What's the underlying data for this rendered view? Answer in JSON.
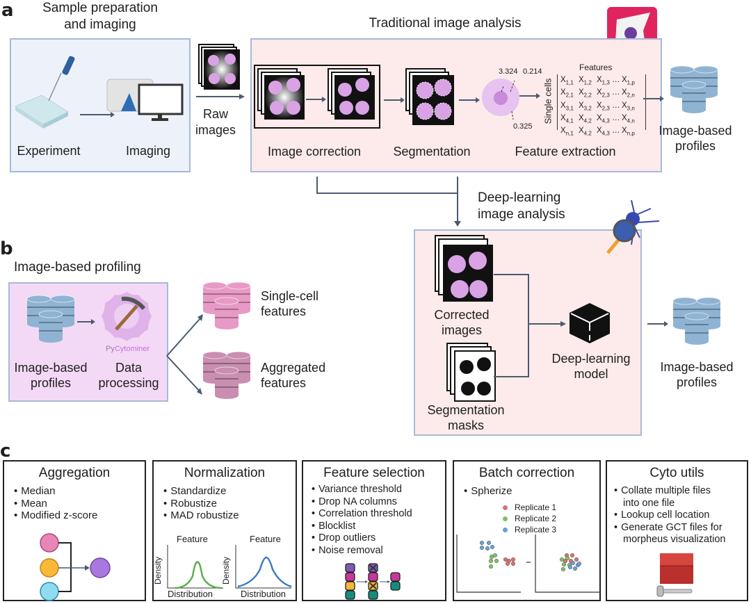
{
  "panel_a": {
    "letter": "a",
    "sample_prep": {
      "title": [
        "Sample preparation",
        "and imaging"
      ],
      "experiment_label": "Experiment",
      "imaging_label": "Imaging"
    },
    "raw_images_label": [
      "Raw",
      "images"
    ],
    "traditional": {
      "title": "Traditional image analysis",
      "image_correction_label": "Image correction",
      "segmentation_label": "Segmentation",
      "feature_extraction_label": "Feature extraction",
      "measurements": [
        "3.324",
        "0.214",
        "0.325"
      ],
      "matrix_header": "Features",
      "matrix_side_label": "Single cells",
      "matrix_rows": [
        [
          "X1,1",
          "X1,2",
          "X1,3",
          "X1,p"
        ],
        [
          "X2,1",
          "X2,2",
          "X2,3",
          "X2,n"
        ],
        [
          "X3,1",
          "X3,2",
          "X2,3",
          "X3,n"
        ],
        [
          "X4,1",
          "X4,2",
          "X4,3",
          "X4,n"
        ],
        [
          "Xn,1",
          "X4,2",
          "X4,3",
          "Xn,p"
        ]
      ],
      "profiles_label": [
        "Image-based",
        "profiles"
      ]
    },
    "deep_learning": {
      "title": [
        "Deep-learning",
        "image analysis"
      ],
      "corrected_label": [
        "Corrected",
        "images"
      ],
      "masks_label": [
        "Segmentation",
        "masks"
      ],
      "model_label": [
        "Deep-learning",
        "model"
      ],
      "profiles_label": [
        "Image-based",
        "profiles"
      ]
    }
  },
  "panel_b": {
    "letter": "b",
    "title": "Image-based profiling",
    "profiles_label": [
      "Image-based",
      "profiles"
    ],
    "processing_label": [
      "Data",
      "processing"
    ],
    "tool_name_prefix": "Py",
    "tool_name_suffix": "Cytominer",
    "single_cell_label": [
      "Single-cell",
      "features"
    ],
    "aggregated_label": [
      "Aggregated",
      "features"
    ]
  },
  "panel_c": {
    "letter": "c",
    "aggregation": {
      "title": "Aggregation",
      "items": [
        "Median",
        "Mean",
        "Modified z-score"
      ]
    },
    "normalization": {
      "title": "Normalization",
      "items": [
        "Standardize",
        "Robustize",
        "MAD robustize"
      ],
      "plot_title": "Feature",
      "y_label": "Density",
      "x_label": "Distribution"
    },
    "feature_selection": {
      "title": "Feature selection",
      "items": [
        "Variance threshold",
        "Drop NA columns",
        "Correlation threshold",
        "Blocklist",
        "Drop outliers",
        "Noise removal"
      ]
    },
    "batch_correction": {
      "title": "Batch correction",
      "items": [
        "Spherize"
      ],
      "legend": [
        {
          "label": "Replicate 1",
          "color": "#d9726c"
        },
        {
          "label": "Replicate 2",
          "color": "#7fbf6a"
        },
        {
          "label": "Replicate 3",
          "color": "#6a9fd6"
        }
      ]
    },
    "cyto_utils": {
      "title": "Cyto utils",
      "items": [
        "Collate multiple files",
        "into one file",
        "Lookup cell location",
        "Generate GCT files for",
        "morpheus visualization"
      ]
    }
  },
  "colors": {
    "arrow": "#4a5a70",
    "database_blue": "#8fb3d3",
    "database_pink": "#e79ac6",
    "database_mauve": "#c98eb0",
    "cell_purple": "#d8a2e4",
    "logo_red": "#e0245e"
  }
}
